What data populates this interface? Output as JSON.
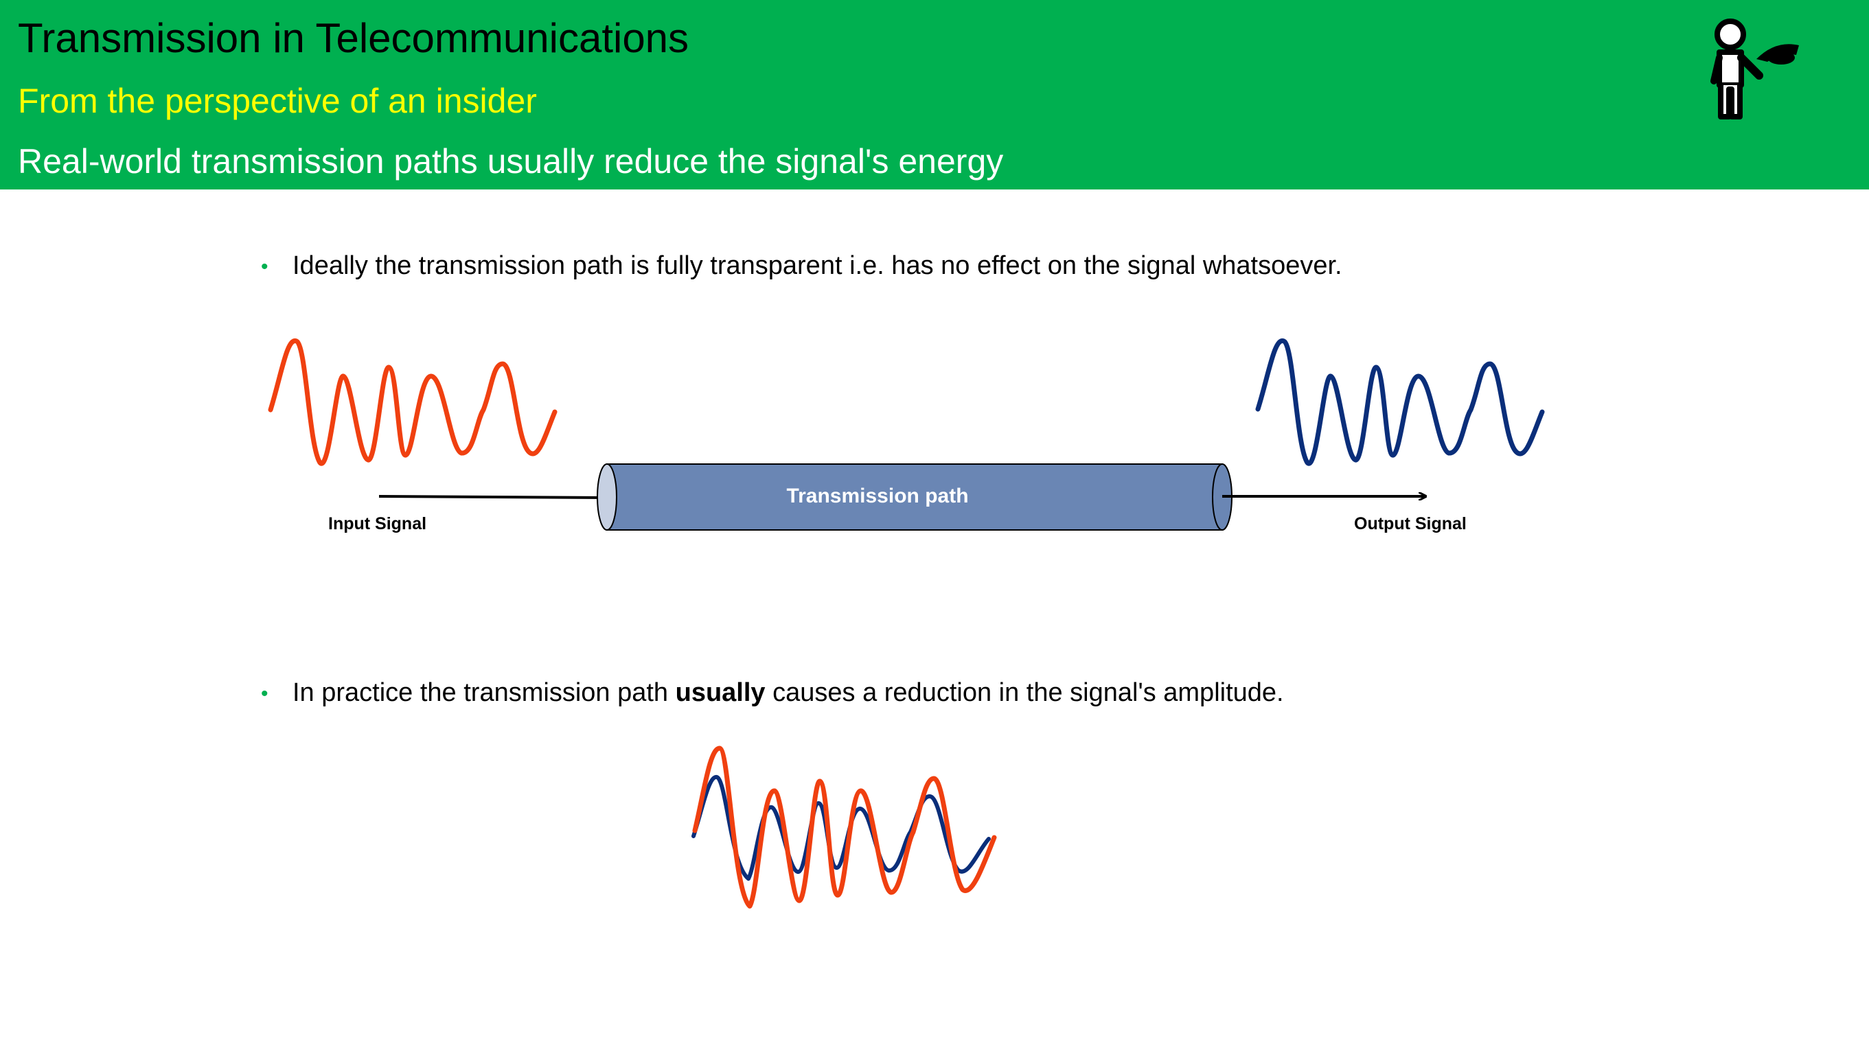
{
  "header": {
    "title": "Transmission in Telecommunications",
    "subtitle": "From the perspective of an insider",
    "tagline": "Real-world transmission paths usually reduce the signal's energy",
    "logo_icon": "technician-telephone-icon"
  },
  "bullets": [
    {
      "marker": "•",
      "text": "Ideally the transmission path is fully transparent i.e. has no effect on the signal whatsoever."
    },
    {
      "marker": "•",
      "text_before": "In practice the transmission path ",
      "text_bold": "usually",
      "text_after": " causes a reduction in the signal's amplitude."
    }
  ],
  "diagram": {
    "path_label": "Transmission path",
    "input_label": "Input Signal",
    "output_label": "Output Signal"
  },
  "colors": {
    "header_bg": "#00b050",
    "subtitle": "#ffff00",
    "input_signal": "#f04010",
    "output_signal": "#0a2e7a",
    "cylinder_fill": "#6a86b4",
    "cylinder_cap": "#c6d0e2"
  }
}
